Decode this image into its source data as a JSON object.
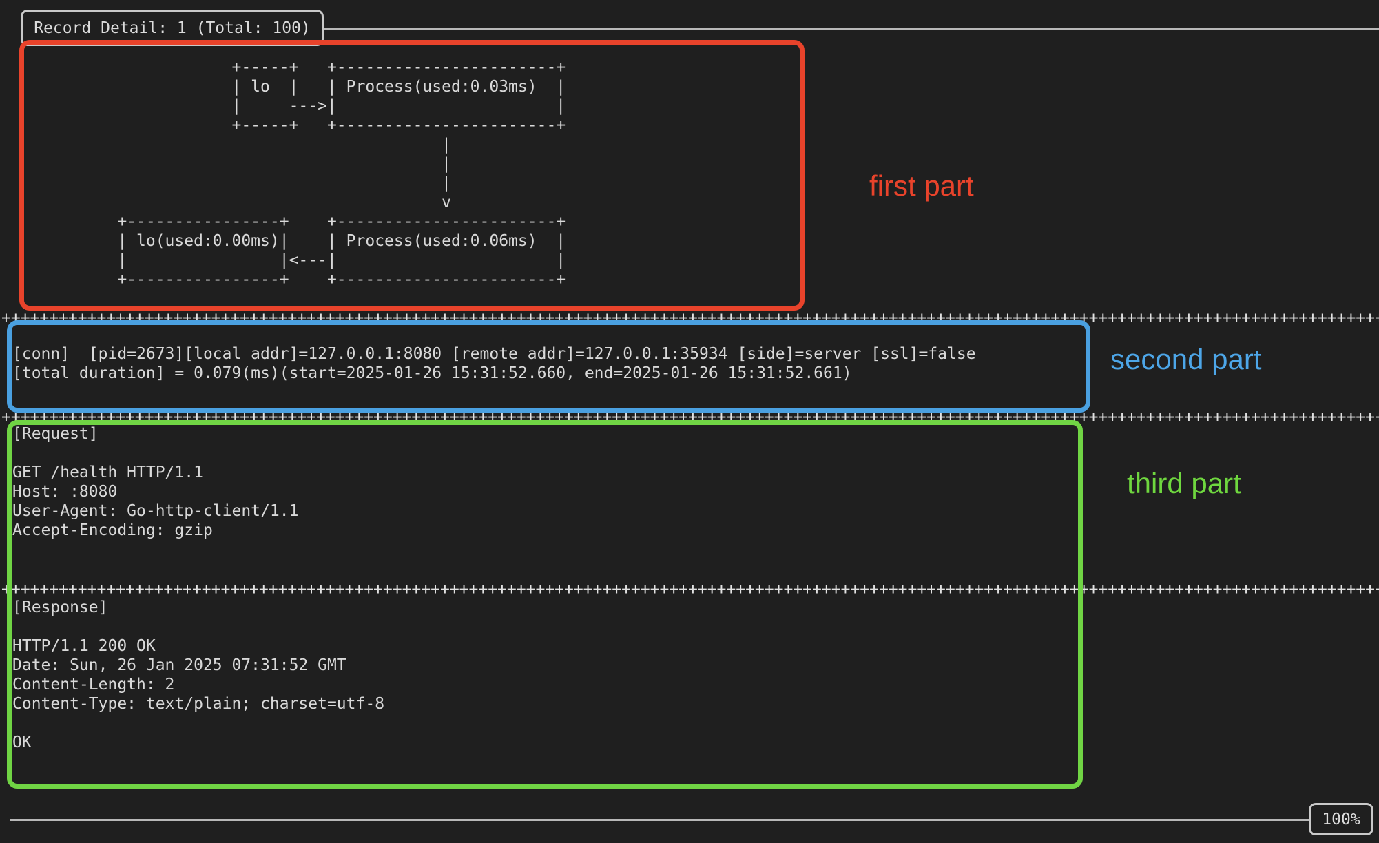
{
  "terminal": {
    "title": "Record Detail: 1 (Total: 100)",
    "zoom_indicator": "100%",
    "colors": {
      "background": "#1f1f1f",
      "text": "#d9d9d9",
      "frame_border": "#c9c9c9"
    },
    "separator_row": "++++++++++++++++++++++++++++++++++++++++++++++++++++++++++++++++++++++++++++++++++++++++++++++++++++++++++++++++++++++++++++++++++++++++++++++++++++++",
    "diagram": {
      "lines": [
        "                       +-----+   +-----------------------+",
        "                       | lo  |   | Process(used:0.03ms)  |",
        "                       |     --->|                       |",
        "                       +-----+   +-----------------------+",
        "                                             |",
        "                                             |",
        "                                             |",
        "                                             v",
        "           +----------------+    +-----------------------+",
        "           | lo(used:0.00ms)|    | Process(used:0.06ms)  |",
        "           |                |<---|                       |",
        "           +----------------+    +-----------------------+"
      ]
    },
    "conn": {
      "lines": [
        "[conn]  [pid=2673][local addr]=127.0.0.1:8080 [remote addr]=127.0.0.1:35934 [side]=server [ssl]=false",
        "[total duration] = 0.079(ms)(start=2025-01-26 15:31:52.660, end=2025-01-26 15:31:52.661)"
      ]
    },
    "request": {
      "lines": [
        "[Request]",
        "",
        "GET /health HTTP/1.1",
        "Host: :8080",
        "User-Agent: Go-http-client/1.1",
        "Accept-Encoding: gzip"
      ]
    },
    "response": {
      "lines": [
        "[Response]",
        "",
        "HTTP/1.1 200 OK",
        "Date: Sun, 26 Jan 2025 07:31:52 GMT",
        "Content-Length: 2",
        "Content-Type: text/plain; charset=utf-8",
        "",
        "OK"
      ]
    }
  },
  "annotations": {
    "first": {
      "label": "first part",
      "color": "#e8432b"
    },
    "second": {
      "label": "second part",
      "color": "#4aa0e0"
    },
    "third": {
      "label": "third part",
      "color": "#70d444"
    }
  }
}
